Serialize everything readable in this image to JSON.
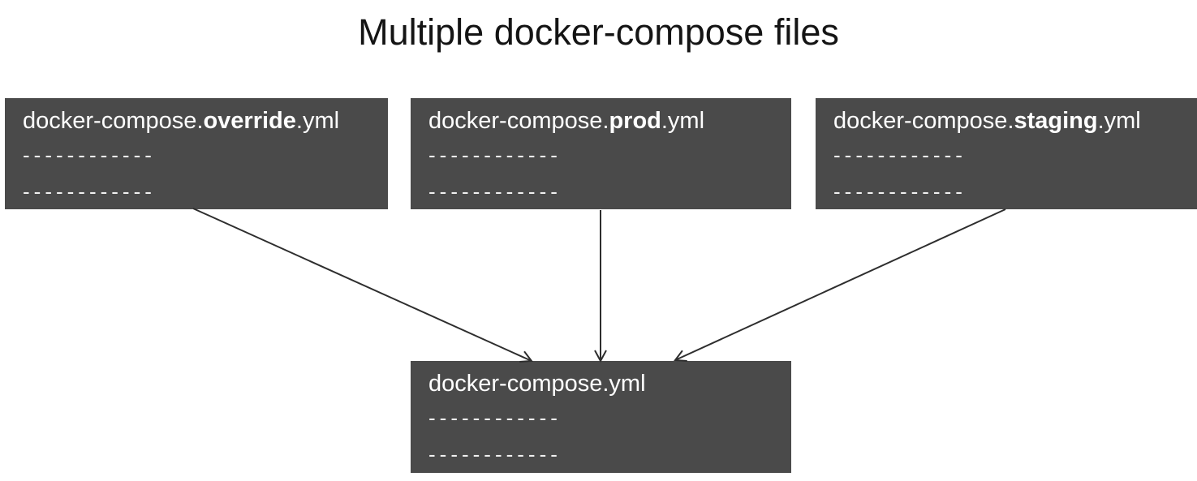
{
  "title": "Multiple docker-compose files",
  "colors": {
    "box_background": "#4a4a4a",
    "box_text": "#ffffff",
    "dash_text": "#f0f0f0",
    "arrow": "#2e2e2e",
    "title_text": "#141414",
    "page_background": "#ffffff"
  },
  "boxes": [
    {
      "id": "override",
      "name_prefix": "docker-compose.",
      "name_bold": "override",
      "name_suffix": ".yml",
      "dashes": [
        "------------",
        "------------"
      ]
    },
    {
      "id": "prod",
      "name_prefix": "docker-compose.",
      "name_bold": "prod",
      "name_suffix": ".yml",
      "dashes": [
        "------------",
        "------------"
      ]
    },
    {
      "id": "staging",
      "name_prefix": "docker-compose.",
      "name_bold": "staging",
      "name_suffix": ".yml",
      "dashes": [
        "------------",
        "------------"
      ]
    },
    {
      "id": "base",
      "name_prefix": "docker-compose.yml",
      "name_bold": "",
      "name_suffix": "",
      "dashes": [
        "------------",
        "------------"
      ]
    }
  ],
  "arrows": [
    {
      "from": "override",
      "to": "base"
    },
    {
      "from": "prod",
      "to": "base"
    },
    {
      "from": "staging",
      "to": "base"
    }
  ]
}
